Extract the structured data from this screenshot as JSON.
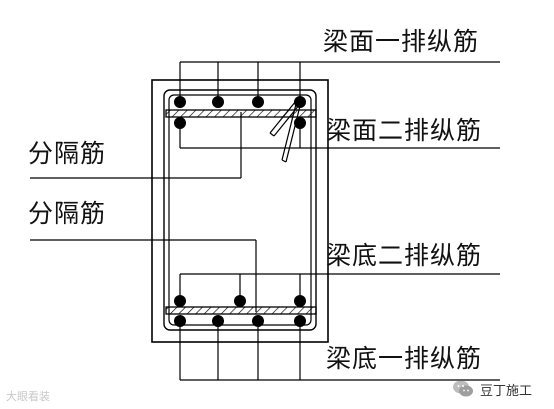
{
  "labels": {
    "top_first_row": "梁面一排纵筋",
    "top_second_row": "梁面二排纵筋",
    "separator_upper": "分隔筋",
    "separator_lower": "分隔筋",
    "bottom_second_row": "梁底二排纵筋",
    "bottom_first_row": "梁底一排纵筋"
  },
  "watermarks": {
    "left_text": "大眼看装",
    "right_text": "豆丁施工",
    "right_icon": "wechat-icon"
  },
  "colors": {
    "line": "#000000",
    "hatch": "#000000",
    "background": "#ffffff"
  }
}
